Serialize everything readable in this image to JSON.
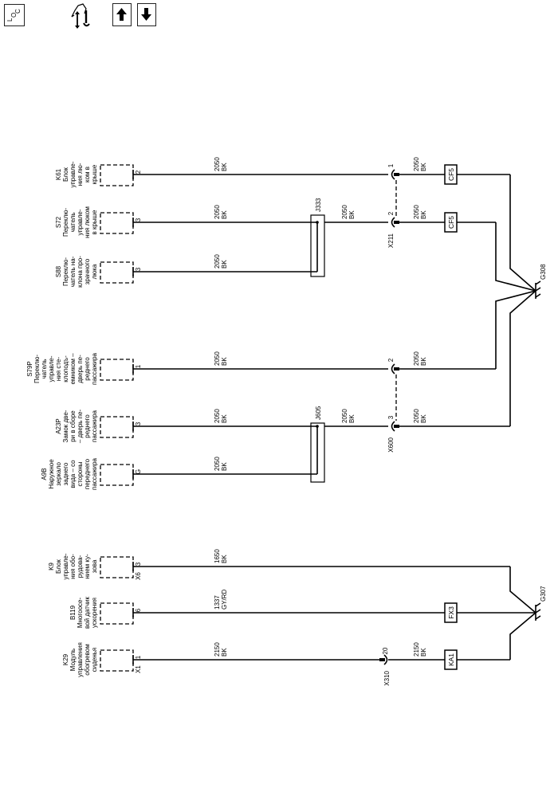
{
  "toolbar": {
    "loc_button": {
      "label": "LOC",
      "icon": "location-icon"
    },
    "connector_tool": {
      "icon": "connector-wrench-icon"
    },
    "up_button": {
      "icon": "arrow-up-icon"
    },
    "down_button": {
      "icon": "arrow-down-icon"
    }
  },
  "components": [
    {
      "id": "K61",
      "lines": [
        "K61",
        "Блок",
        "управле-",
        "ния лю-",
        "ком в",
        "крыше"
      ],
      "pin": "2",
      "connector": ""
    },
    {
      "id": "S72",
      "lines": [
        "S72",
        "Переклю-",
        "чатель",
        "управле-",
        "ния люком",
        "в крыше"
      ],
      "pin": "3",
      "connector": ""
    },
    {
      "id": "S88",
      "lines": [
        "S88",
        "Переклю-",
        "чатель на-",
        "клона про-",
        "зрачного",
        "люка"
      ],
      "pin": "3",
      "connector": ""
    },
    {
      "id": "S79P",
      "lines": [
        "S79P",
        "Переклю-",
        "чатель",
        "управле-",
        "ния сте-",
        "клоподъ-",
        "емником –",
        "дверь пе-",
        "реднего",
        "пассажира"
      ],
      "pin": "1",
      "connector": ""
    },
    {
      "id": "A23P",
      "lines": [
        "A23P",
        "Замок две-",
        "ри в сборе",
        "– дверь пе-",
        "реднего",
        "пассажира"
      ],
      "pin": "3",
      "connector": ""
    },
    {
      "id": "A9B",
      "lines": [
        "A9B",
        "Наружное",
        "зеркало",
        "заднего",
        "вида – со",
        "стороны",
        "переднего",
        "пассажира"
      ],
      "pin": "G",
      "connector": ""
    },
    {
      "id": "K9",
      "lines": [
        "K9",
        "Блок",
        "управле-",
        "ния обо-",
        "рудова-",
        "нием ку-",
        "зова"
      ],
      "pin": "3",
      "connector": "X6"
    },
    {
      "id": "B119",
      "lines": [
        "B119",
        "Многоосе-",
        "вой датчик",
        "ускорения"
      ],
      "pin": "6",
      "connector": ""
    },
    {
      "id": "K29",
      "lines": [
        "K29",
        "Модуль",
        "управления",
        "обогревом",
        "сиденья"
      ],
      "pin": "1",
      "connector": "X1"
    }
  ],
  "wires": [
    {
      "circuit": "2050",
      "color": "BK"
    },
    {
      "circuit": "2050",
      "color": "BK"
    },
    {
      "circuit": "2050",
      "color": "BK"
    },
    {
      "circuit": "2050",
      "color": "BK"
    },
    {
      "circuit": "2050",
      "color": "BK"
    },
    {
      "circuit": "2050",
      "color": "BK"
    },
    {
      "circuit": "1650",
      "color": "BK"
    },
    {
      "circuit": "1337",
      "color": "GY/RD"
    },
    {
      "circuit": "2150",
      "color": "BK"
    }
  ],
  "splices": [
    {
      "id": "J333",
      "out_circuit": "2050",
      "out_color": "BK"
    },
    {
      "id": "J605",
      "out_circuit": "2050",
      "out_color": "BK"
    }
  ],
  "inline_connectors": [
    {
      "id": "X211",
      "pins": [
        "1",
        "2"
      ],
      "out": [
        {
          "circuit": "2050",
          "color": "BK"
        },
        {
          "circuit": "2050",
          "color": "BK"
        }
      ]
    },
    {
      "id": "X600",
      "pins": [
        "2",
        "3"
      ],
      "out": [
        {
          "circuit": "2050",
          "color": "BK"
        },
        {
          "circuit": "2050",
          "color": "BK"
        }
      ]
    },
    {
      "id": "X310",
      "pins": [
        "20"
      ],
      "out": [
        {
          "circuit": "2150",
          "color": "BK"
        }
      ]
    }
  ],
  "locators": [
    "CF5",
    "CF5",
    "FX3",
    "KA1"
  ],
  "grounds": [
    "G308",
    "G307"
  ]
}
